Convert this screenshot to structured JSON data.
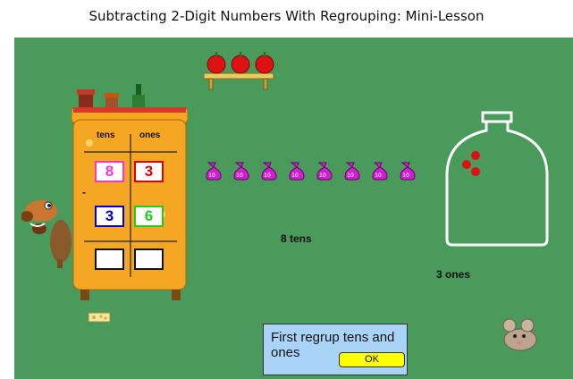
{
  "lesson": {
    "title": "Subtracting 2-Digit Numbers With Regrouping: Mini-Lesson"
  },
  "counter": {
    "tens_header": "tens",
    "ones_header": "ones",
    "minus_sign": "-",
    "rows": [
      {
        "tens": "8",
        "ones": "3",
        "tens_color": "#ff33cc",
        "ones_color": "#dd0000"
      },
      {
        "tens": "3",
        "ones": "6",
        "tens_color": "#0000cc",
        "ones_color": "#22cc22"
      },
      {
        "tens": "",
        "ones": "",
        "tens_color": "#111111",
        "ones_color": "#111111"
      }
    ]
  },
  "tens_bags": {
    "count": 8,
    "bag_label": "10",
    "caption": "8 tens"
  },
  "ones_jar": {
    "count": 3,
    "caption": "3 ones"
  },
  "shelf": {
    "apples": 3
  },
  "message": {
    "text": "First regrup tens and ones",
    "ok_label": "OK"
  },
  "colors": {
    "background": "#4a9a5c",
    "dresser": "#f5a623",
    "bag": "#cc22cc",
    "apple": "#dd1111",
    "message_bg": "#a9d4f7",
    "ok_button": "#ffff00"
  }
}
